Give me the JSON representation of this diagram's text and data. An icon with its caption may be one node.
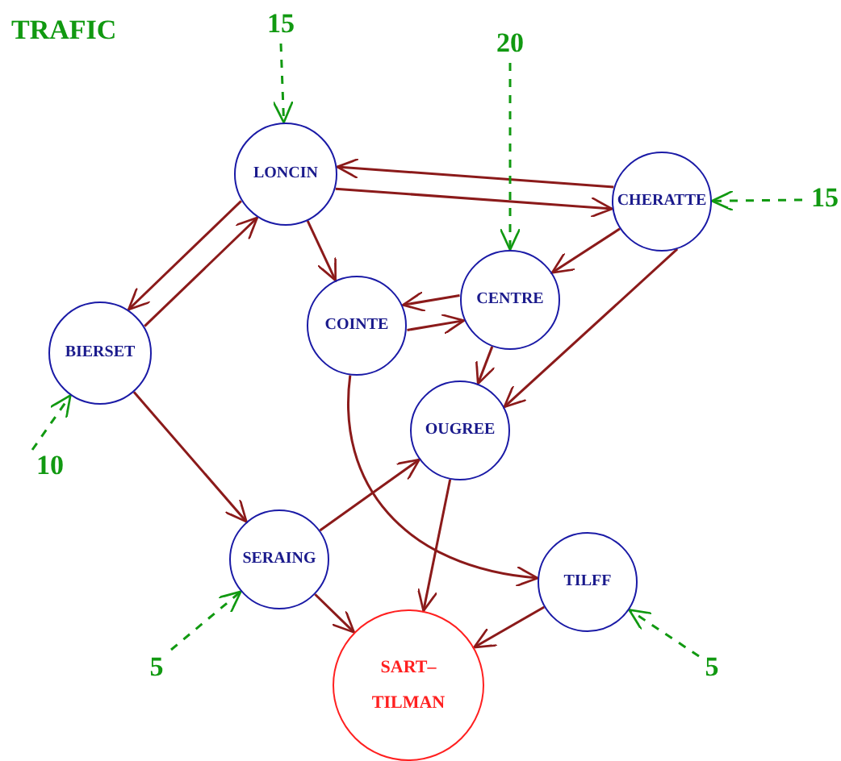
{
  "diagram": {
    "title": "TRAFIC",
    "nodes": [
      {
        "text": [
          "LONCIN"
        ]
      },
      {
        "text": [
          "CHERATTE"
        ]
      },
      {
        "text": [
          "BIERSET"
        ]
      },
      {
        "text": [
          "COINTE"
        ]
      },
      {
        "text": [
          "CENTRE"
        ]
      },
      {
        "text": [
          "OUGREE"
        ]
      },
      {
        "text": [
          "SERAING"
        ]
      },
      {
        "text": [
          "TILFF"
        ]
      },
      {
        "text": [
          "SART– TILMAN"
        ]
      },
      {
        "text": [
          "15"
        ]
      },
      {
        "text": [
          "20"
        ]
      },
      {
        "text": [
          "15"
        ]
      },
      {
        "text": [
          "10"
        ]
      },
      {
        "text": [
          "5"
        ]
      },
      {
        "text": [
          "5"
        ]
      }
    ],
    "edges": [
      {
        "from": 0,
        "to": 1,
        "arrow": "to"
      },
      {
        "from": 1,
        "to": 0,
        "arrow": "to"
      },
      {
        "from": 0,
        "to": 2,
        "arrow": "to"
      },
      {
        "from": 2,
        "to": 0,
        "arrow": "to"
      },
      {
        "from": 0,
        "to": 3,
        "arrow": "to"
      },
      {
        "from": 1,
        "to": 4,
        "arrow": "to"
      },
      {
        "from": 1,
        "to": 5,
        "arrow": "to"
      },
      {
        "from": 4,
        "to": 3,
        "arrow": "to"
      },
      {
        "from": 3,
        "to": 4,
        "arrow": "to"
      },
      {
        "from": 4,
        "to": 5,
        "arrow": "to"
      },
      {
        "from": 3,
        "to": 7,
        "arrow": "to"
      },
      {
        "from": 2,
        "to": 6,
        "arrow": "to"
      },
      {
        "from": 6,
        "to": 5,
        "arrow": "to"
      },
      {
        "from": 6,
        "to": 8,
        "arrow": "to"
      },
      {
        "from": 5,
        "to": 8,
        "arrow": "to"
      },
      {
        "from": 7,
        "to": 8,
        "arrow": "to"
      },
      {
        "from": 9,
        "to": 0,
        "arrow": "to",
        "style": "dashed",
        "color": "#119911"
      },
      {
        "from": 10,
        "to": 4,
        "arrow": "to",
        "style": "dashed",
        "color": "#119911"
      },
      {
        "from": 11,
        "to": 1,
        "arrow": "to",
        "style": "dashed",
        "color": "#119911"
      },
      {
        "from": 12,
        "to": 2,
        "arrow": "to",
        "style": "dashed",
        "color": "#119911"
      },
      {
        "from": 13,
        "to": 6,
        "arrow": "to",
        "style": "dashed",
        "color": "#119911"
      },
      {
        "from": 14,
        "to": 7,
        "arrow": "to",
        "style": "dashed",
        "color": "#119911"
      }
    ]
  }
}
